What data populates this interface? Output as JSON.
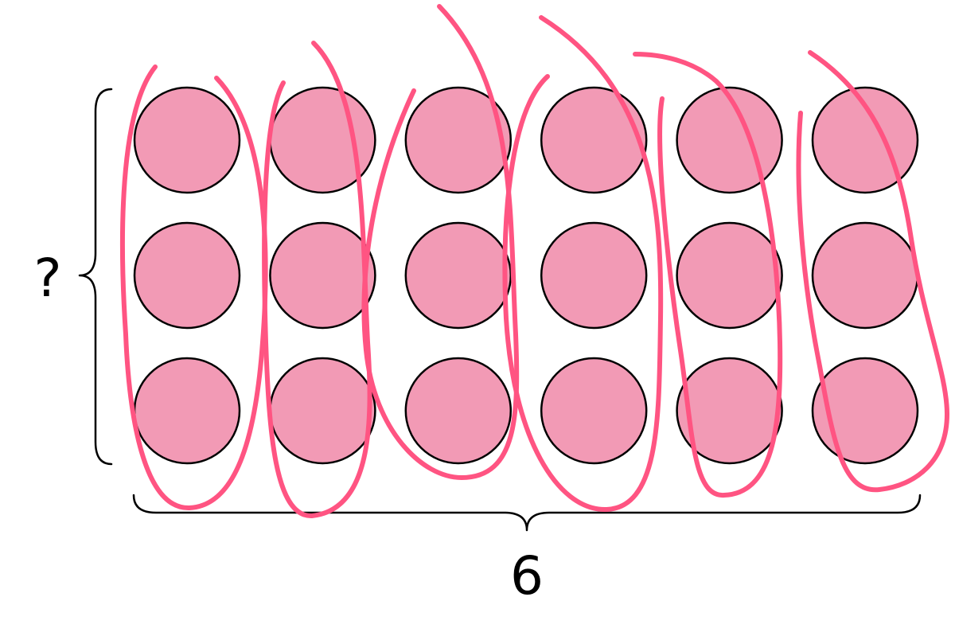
{
  "array": {
    "rows": 3,
    "columns": 6,
    "dot_color": "#F29AB5",
    "outline_color": "#000000"
  },
  "labels": {
    "rows": "?",
    "columns": "6"
  },
  "groups": {
    "count": 6,
    "stroke_color": "#FF5482"
  }
}
